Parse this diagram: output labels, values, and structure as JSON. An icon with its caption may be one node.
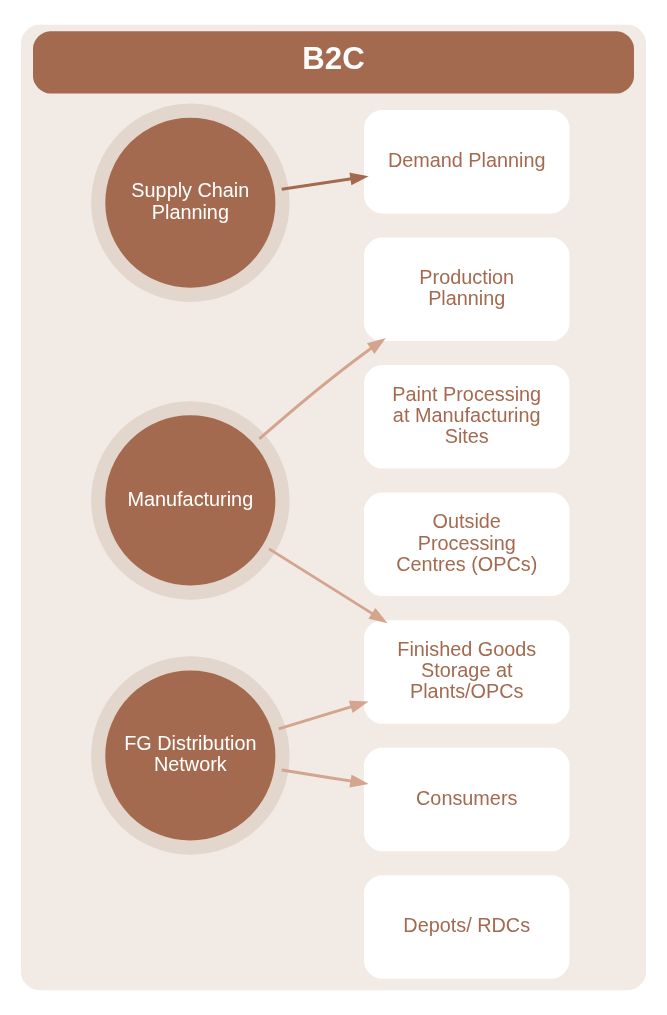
{
  "diagram": {
    "nodes": [
      {
        "text": [
          "B2C"
        ]
      },
      {
        "text": [
          "Supply Chain Planning"
        ],
        "in": 0
      },
      {
        "text": [
          "Demand Planning"
        ],
        "in": 0
      },
      {
        "text": [
          "Manufacturing"
        ],
        "in": 0
      },
      {
        "text": [
          "Production Planning"
        ],
        "in": 0
      },
      {
        "text": [
          "Paint Processing at Manufacturing Sites"
        ],
        "in": 0
      },
      {
        "text": [
          "Outside Processing Centres (OPCs)"
        ],
        "in": 0
      },
      {
        "text": [
          "Finished Goods Storage at Plants/OPCs"
        ],
        "in": 0
      },
      {
        "text": [
          "FG Distribution Network"
        ],
        "in": 0
      },
      {
        "text": [
          "Depots/ RDCs"
        ],
        "in": 0
      },
      {
        "text": [
          "Consumers"
        ],
        "in": 0
      }
    ],
    "edges": [
      {
        "from": 1,
        "to": 2,
        "arrow": "to",
        "color": "#a36a4f"
      },
      {
        "from": 3,
        "to": 4,
        "arrow": "to"
      },
      {
        "from": 3,
        "to": 7,
        "arrow": "to"
      },
      {
        "from": 8,
        "to": 7,
        "arrow": "to"
      },
      {
        "from": 8,
        "to": 10,
        "arrow": "to"
      }
    ]
  }
}
